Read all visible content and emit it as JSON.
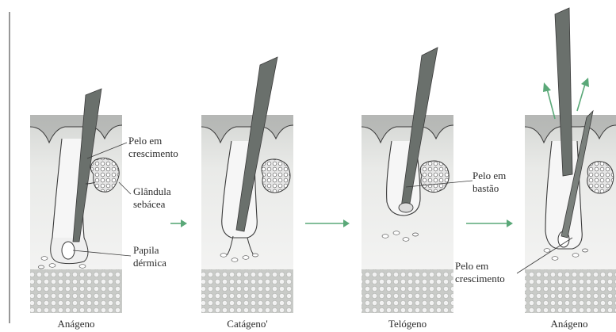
{
  "labels": {
    "growing_hair_1": [
      "Pelo em",
      "crescimento"
    ],
    "sebaceous_gland": [
      "Glândula",
      "sebácea"
    ],
    "dermal_papilla": [
      "Papila",
      "dérmica"
    ],
    "club_hair": [
      "Pelo em",
      "bastão"
    ],
    "growing_hair_2": [
      "Pelo em",
      "crescimento"
    ]
  },
  "stages": [
    "Anágeno",
    "Catágeno'",
    "Telógeno",
    "Anágeno"
  ],
  "colors": {
    "arrow": "#5aa878",
    "hair_shaft": "#6a706c",
    "epidermis": "#d9dad8",
    "dermis": "#eeeeee",
    "fat_layer": "#c8cac7",
    "outline": "#3a3a3a"
  }
}
